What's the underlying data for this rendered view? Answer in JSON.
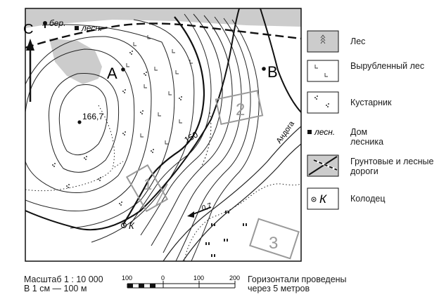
{
  "map": {
    "north_letter": "С",
    "points": [
      {
        "id": "A",
        "label": "A"
      },
      {
        "id": "B",
        "label": "B"
      }
    ],
    "elevation_mark": "166,7",
    "contour_label": "150",
    "river_name": "Андога",
    "river_speed": "0,7",
    "well_label": "К",
    "forest_label_birch": "бер.",
    "forester_house_label": "лесн.",
    "sites": [
      "1",
      "2",
      "3"
    ]
  },
  "legend": {
    "items": [
      {
        "key": "forest",
        "label": "Лес"
      },
      {
        "key": "cut_forest",
        "label": "Вырубленный лес"
      },
      {
        "key": "shrubs",
        "label": "Кустарник"
      },
      {
        "key": "forester_house",
        "symbol_text": "лесн.",
        "label": "Дом лесника"
      },
      {
        "key": "roads",
        "label": "Грунтовые и лесные дороги"
      },
      {
        "key": "well",
        "symbol_text": "К",
        "label": "Колодец"
      }
    ]
  },
  "scale": {
    "title": "Масштаб 1 : 10 000",
    "subtitle": "В 1 см — 100 м",
    "ticks": [
      "100",
      "0",
      "100",
      "200"
    ],
    "contour_note_line1": "Горизонтали проведены",
    "contour_note_line2": "через 5 метров"
  },
  "colors": {
    "forest_fill": "#cccccc",
    "ink": "#1a1a1a",
    "site_stroke": "#9a9a9a"
  }
}
